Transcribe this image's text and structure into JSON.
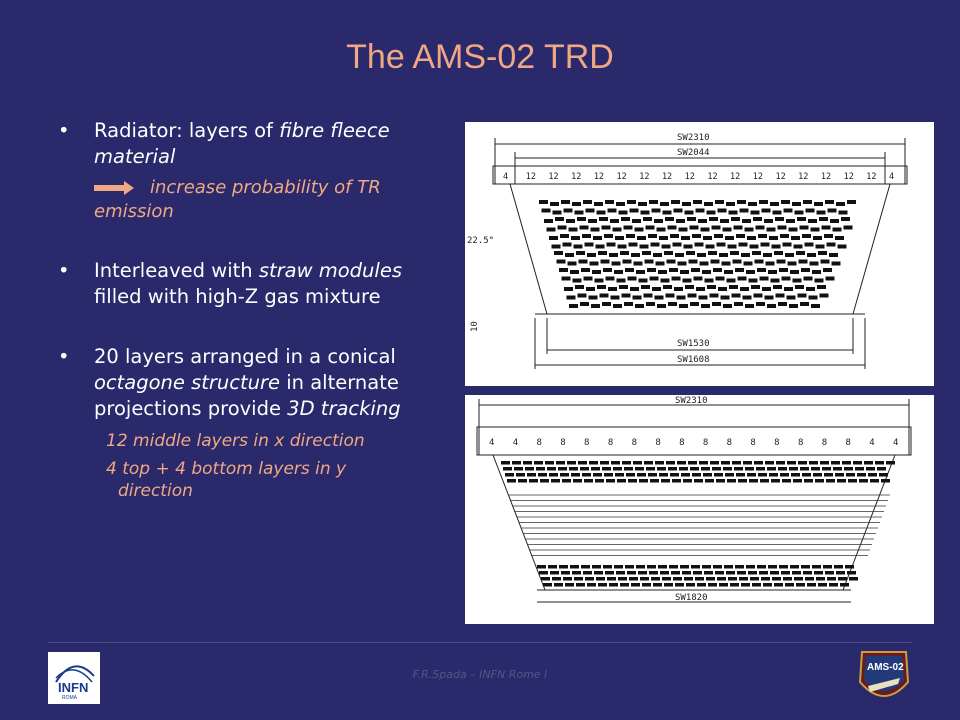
{
  "slide": {
    "title": "The AMS-02 TRD",
    "bullets": [
      {
        "dot": "•",
        "text_parts": [
          "Radiator: layers of ",
          "fibre fleece material"
        ],
        "sub": "increase probability of TR emission"
      },
      {
        "dot": "•",
        "text_parts": [
          "Interleaved with ",
          "straw modules",
          " filled with high-Z gas mixture"
        ]
      },
      {
        "dot": "•",
        "text_parts": [
          "20 layers arranged in a conical ",
          "octagone structure",
          " in alternate projections provide ",
          "3D tracking"
        ],
        "subs": [
          "12 middle layers in x direction",
          "4 top + 4 bottom layers in y direction"
        ]
      }
    ],
    "diagram_top": {
      "labels": [
        "SW2310",
        "SW2044",
        "SW1530",
        "SW1608",
        "22.5°",
        "10"
      ],
      "counts": [
        "4",
        "12",
        "12",
        "12",
        "12",
        "12",
        "12",
        "12",
        "12",
        "12",
        "12",
        "12",
        "12",
        "12",
        "12",
        "12",
        "12",
        "4"
      ]
    },
    "diagram_bottom": {
      "labels": [
        "SW2310",
        "SW1820"
      ],
      "counts": [
        "4",
        "4",
        "8",
        "8",
        "8",
        "8",
        "8",
        "8",
        "8",
        "8",
        "8",
        "8",
        "8",
        "8",
        "8",
        "8",
        "4",
        "4"
      ]
    },
    "footer": "F.R.Spada – INFN Rome I",
    "logo_left": "INFN",
    "logo_left_sub": "ROMA",
    "logo_right": "AMS-02"
  },
  "colors": {
    "background": "#29296b",
    "accent": "#f0a884",
    "text": "#ffffff"
  }
}
